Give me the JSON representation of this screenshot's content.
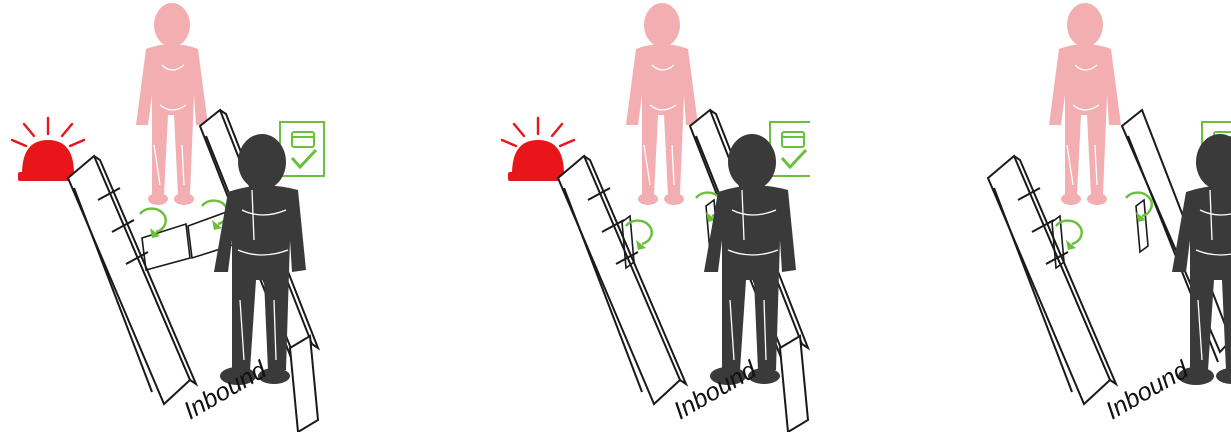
{
  "colors": {
    "alarm": "#e8151b",
    "tailgater": "#f3aeb1",
    "person": "#3a3a3a",
    "arrow": "#6abf3c",
    "gate_outline": "#1a1a1a"
  },
  "panels": [
    {
      "label": "Inbound",
      "alarm_shown": true,
      "icons": [
        "alarm-light-icon",
        "card-verified-icon",
        "rotation-arrow-icon"
      ]
    },
    {
      "label": "Inbound",
      "alarm_shown": true,
      "icons": [
        "alarm-light-icon",
        "card-verified-icon",
        "rotation-arrow-icon"
      ]
    },
    {
      "label": "Inbound",
      "alarm_shown": false,
      "icons": [
        "card-verified-icon",
        "rotation-arrow-icon"
      ]
    }
  ]
}
